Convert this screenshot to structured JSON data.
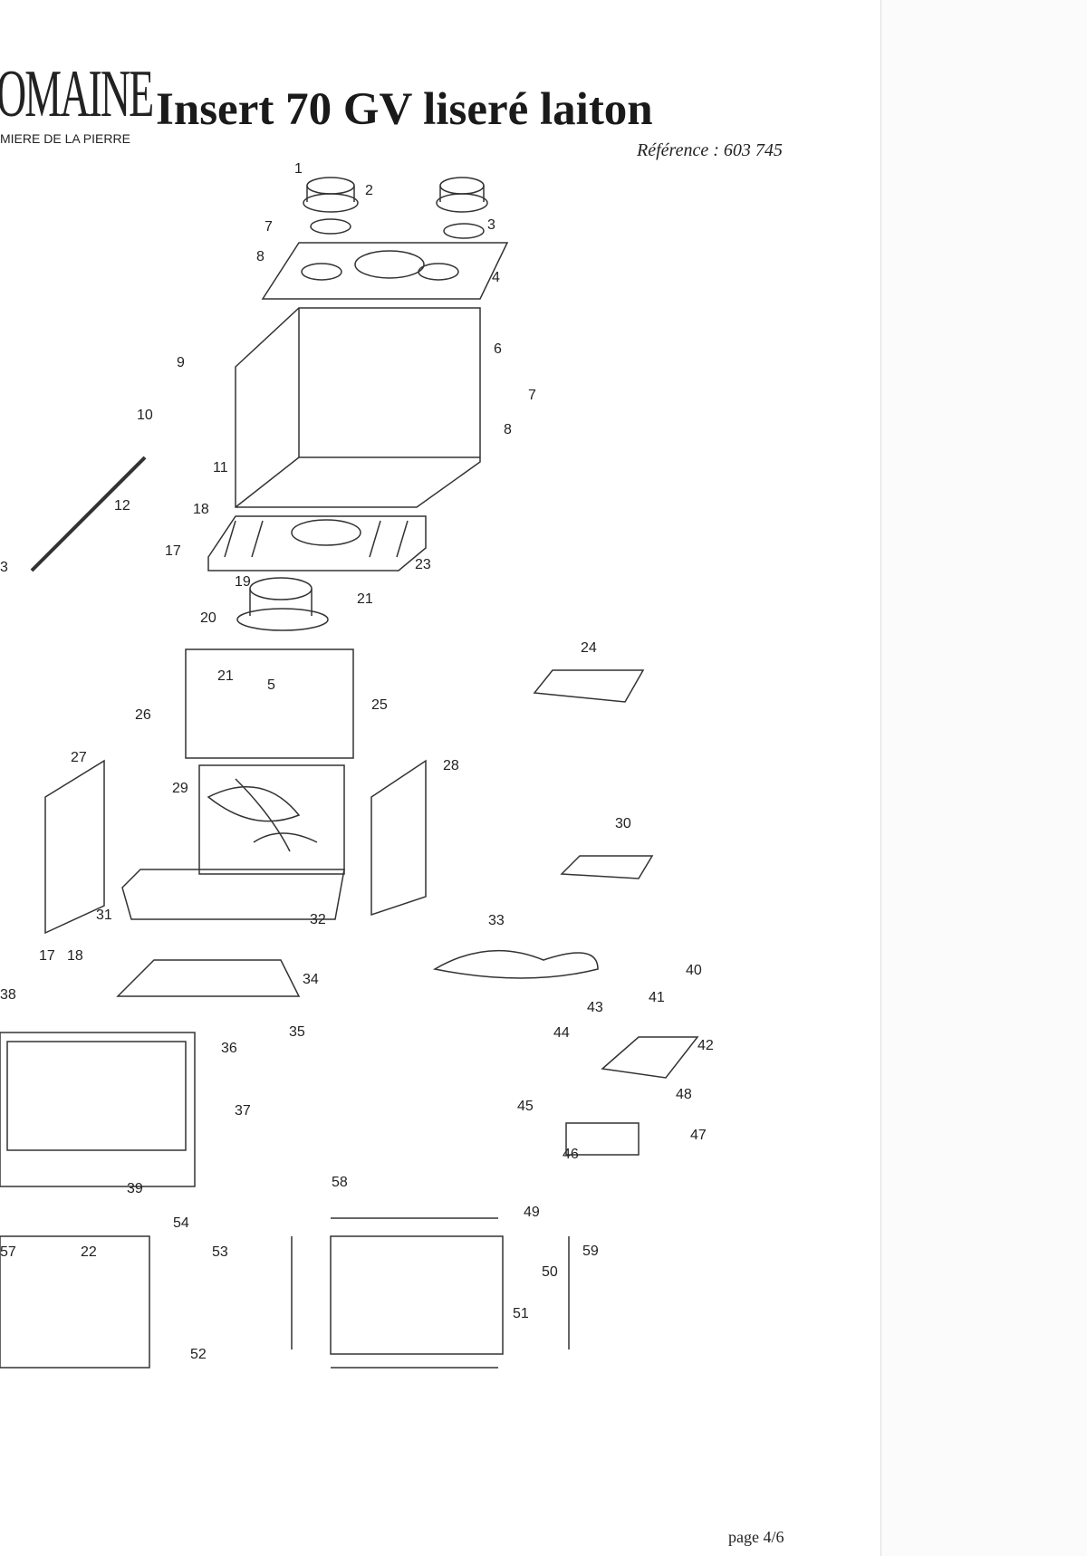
{
  "header": {
    "brand": "OMAINE",
    "tagline": "MIERE DE LA PIERRE",
    "title": "Insert 70 GV liseré laiton",
    "reference": "Référence : 603 745"
  },
  "diagram": {
    "part_labels": [
      "1",
      "2",
      "3",
      "4",
      "7",
      "8",
      "6",
      "7",
      "8",
      "9",
      "10",
      "11",
      "12",
      "18",
      "17",
      "23",
      "3",
      "19",
      "20",
      "21",
      "21",
      "5",
      "25",
      "24",
      "26",
      "27",
      "28",
      "29",
      "30",
      "31",
      "32",
      "33",
      "17",
      "18",
      "38",
      "34",
      "35",
      "36",
      "37",
      "40",
      "41",
      "43",
      "44",
      "42",
      "48",
      "45",
      "47",
      "46",
      "39",
      "58",
      "49",
      "54",
      "57",
      "22",
      "53",
      "59",
      "50",
      "51",
      "52"
    ]
  },
  "footer": {
    "page": "page 4/6"
  }
}
